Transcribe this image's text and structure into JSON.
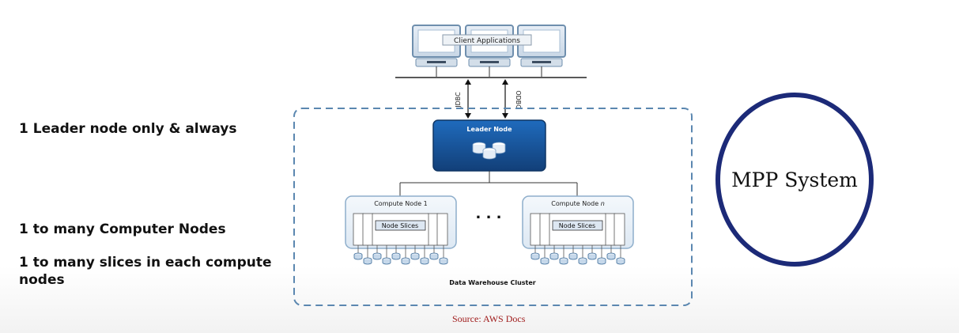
{
  "left_notes": {
    "leader": "1 Leader node only & always",
    "compute": "1 to many Computer Nodes",
    "slices": "1 to many slices in each compute nodes"
  },
  "diagram": {
    "client_label": "Client Applications",
    "jdbc": "JDBC",
    "odbc": "ODBC",
    "leader_label": "Leader Node",
    "compute1_label": "Compute Node 1",
    "computen_prefix": "Compute Node ",
    "computen_suffix": "n",
    "node_slices": "Node Slices",
    "ellipsis": ". . .",
    "cluster_label": "Data Warehouse Cluster"
  },
  "badge": {
    "label": "MPP System"
  },
  "source": "Source: AWS Docs",
  "colors": {
    "leader_fill": "#1a5da6",
    "leader_fill_dark": "#123f78",
    "cluster_border": "#5b87b0",
    "circle_border": "#1c2a78",
    "source_text": "#a01c1c",
    "node_border": "#8eaecb"
  }
}
